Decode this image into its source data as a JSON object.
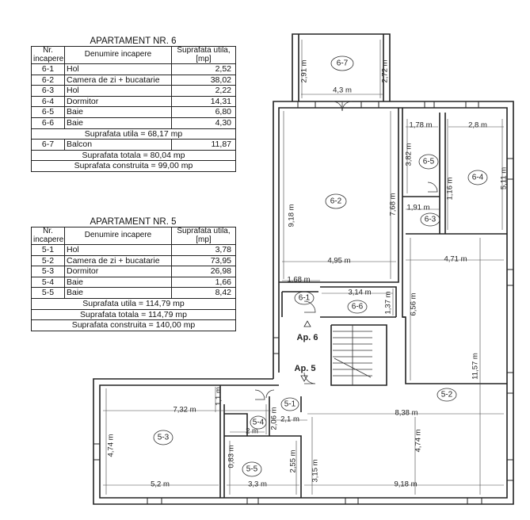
{
  "ap6": {
    "title": "APARTAMENT NR. 6",
    "headers": [
      "Nr. incapere",
      "Denumire incapere",
      "Suprafata utila, [mp]"
    ],
    "rows": [
      {
        "nr": "6-1",
        "name": "Hol",
        "area": "2,52"
      },
      {
        "nr": "6-2",
        "name": "Camera de zi + bucatarie",
        "area": "38,02"
      },
      {
        "nr": "6-3",
        "name": "Hol",
        "area": "2,22"
      },
      {
        "nr": "6-4",
        "name": "Dormitor",
        "area": "14,31"
      },
      {
        "nr": "6-5",
        "name": "Baie",
        "area": "6,80"
      },
      {
        "nr": "6-6",
        "name": "Baie",
        "area": "4,30"
      }
    ],
    "util": "Suprafata utila = 68,17 mp",
    "balcon": {
      "nr": "6-7",
      "name": "Balcon",
      "area": "11,87"
    },
    "totala": "Suprafata totala = 80,04 mp",
    "construita": "Suprafata construita = 99,00 mp"
  },
  "ap5": {
    "title": "APARTAMENT NR. 5",
    "headers": [
      "Nr. incapere",
      "Denumire incapere",
      "Suprafata utila, [mp]"
    ],
    "rows": [
      {
        "nr": "5-1",
        "name": "Hol",
        "area": "3,78"
      },
      {
        "nr": "5-2",
        "name": "Camera de zi + bucatarie",
        "area": "73,95"
      },
      {
        "nr": "5-3",
        "name": "Dormitor",
        "area": "26,98"
      },
      {
        "nr": "5-4",
        "name": "Baie",
        "area": "1,66"
      },
      {
        "nr": "5-5",
        "name": "Baie",
        "area": "8,42"
      }
    ],
    "util": "Suprafata utila = 114,79 mp",
    "totala": "Suprafata totala = 114,79 mp",
    "construita": "Suprafata construita = 140,00 mp"
  },
  "plan": {
    "rooms": [
      "6-7",
      "6-5",
      "6-4",
      "6-2",
      "6-3",
      "6-1",
      "6-6",
      "5-2",
      "5-1",
      "5-4",
      "5-3",
      "5-5"
    ],
    "apartments": [
      "Ap. 6",
      "Ap. 5"
    ],
    "dims": [
      "2,91 m",
      "2,72 m",
      "4,3 m",
      "1,78 m",
      "2,8 m",
      "3,82 m",
      "1,16 m",
      "5,11 m",
      "9,18 m",
      "7,68 m",
      "1,91 m",
      "4,95 m",
      "4,71 m",
      "1,68 m",
      "3,14 m",
      "1,37 m",
      "6,56 m",
      "11,57 m",
      "7,32 m",
      "1,1 m",
      "2,06 m",
      "2,1 m",
      "2 m",
      "8,38 m",
      "4,74 m",
      "4,74 m",
      "0,83 m",
      "2,55 m",
      "3,15 m",
      "5,2 m",
      "3,3 m",
      "9,18 m"
    ]
  }
}
